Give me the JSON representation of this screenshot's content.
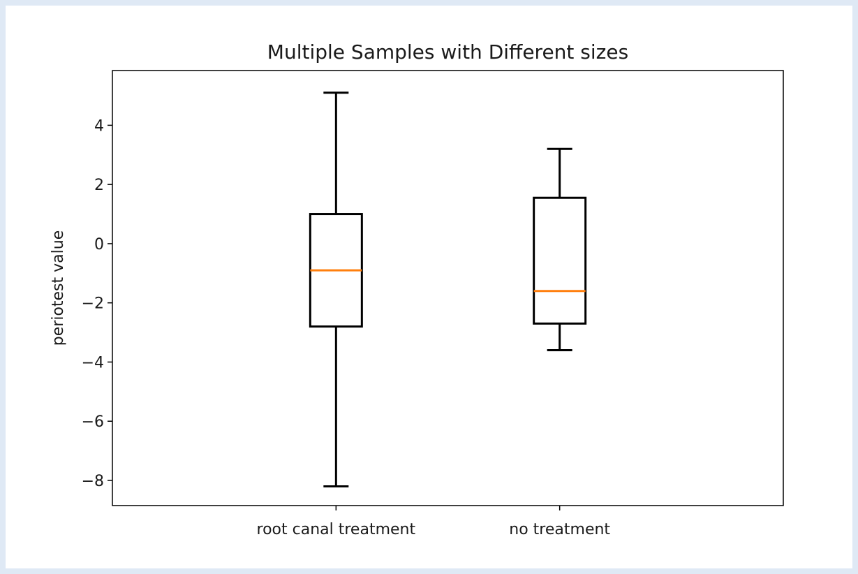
{
  "chart_data": {
    "type": "boxplot",
    "title": "Multiple Samples with Different sizes",
    "xlabel": "",
    "ylabel": "periotest value",
    "ylim": [
      -8.85,
      5.85
    ],
    "yticks": [
      {
        "value": 4,
        "label": "4"
      },
      {
        "value": 2,
        "label": "2"
      },
      {
        "value": 0,
        "label": "0"
      },
      {
        "value": -2,
        "label": "−2"
      },
      {
        "value": -4,
        "label": "−4"
      },
      {
        "value": -6,
        "label": "−6"
      },
      {
        "value": -8,
        "label": "−8"
      }
    ],
    "categories": [
      "root canal treatment",
      "no treatment"
    ],
    "series": [
      {
        "whisker_low": -8.2,
        "q1": -2.8,
        "median": -0.9,
        "q3": 1.0,
        "whisker_high": 5.1
      },
      {
        "whisker_low": -3.6,
        "q1": -2.7,
        "median": -1.6,
        "q3": 1.55,
        "whisker_high": 3.2
      }
    ],
    "grid": false,
    "colors": {
      "box": "#000000",
      "median": "#ff7f0e",
      "frame": "#000000"
    }
  }
}
